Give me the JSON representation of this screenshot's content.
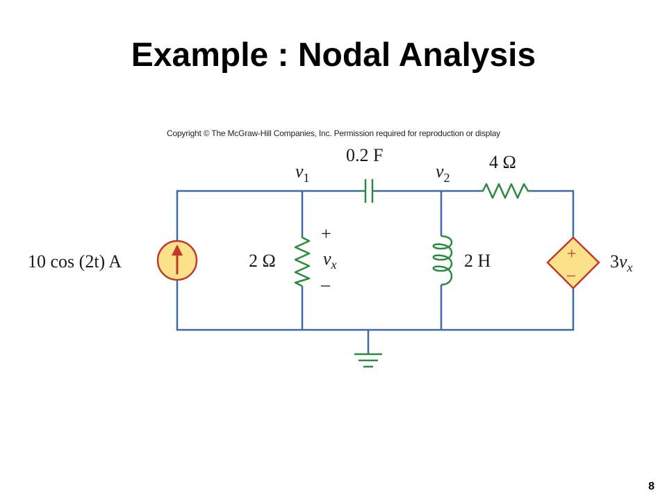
{
  "slide": {
    "title": "Example : Nodal Analysis",
    "copyright": "Copyright © The McGraw-Hill Companies, Inc. Permission required for reproduction or display",
    "page_number": "8"
  },
  "circuit": {
    "source_label": "10 cos (2t) A",
    "resistor_2_label": "2 Ω",
    "vx_plus": "+",
    "vx_name": "v",
    "vx_sub": "x",
    "vx_minus": "–",
    "capacitor_label": "0.2 F",
    "node1_name": "v",
    "node1_sub": "1",
    "node2_name": "v",
    "node2_sub": "2",
    "inductor_label": "2 H",
    "resistor_4_label": "4 Ω",
    "dependent_source_label_coef": "3",
    "dependent_source_label_var": "v",
    "dependent_source_label_sub": "x",
    "dep_plus": "+",
    "dep_minus": "–"
  },
  "colors": {
    "wire": "#3b6aa0",
    "component": "#2a8a3e",
    "source_fill": "#fbe28a",
    "source_stroke": "#c0392b"
  }
}
